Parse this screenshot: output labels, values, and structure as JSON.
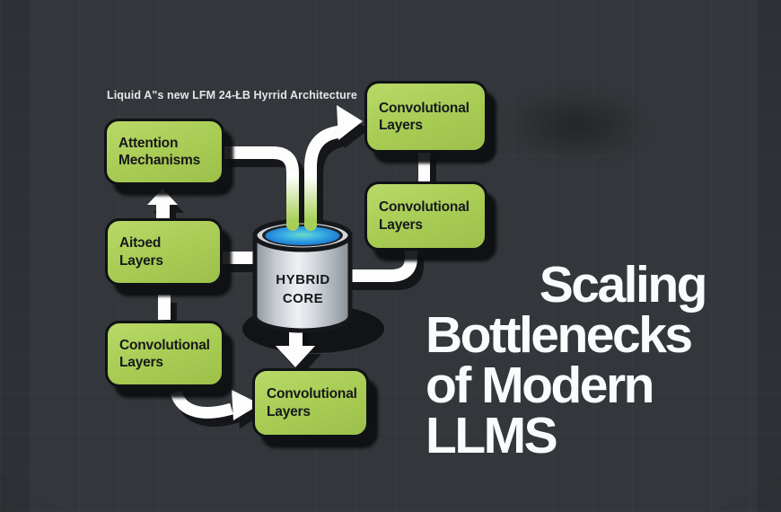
{
  "caption": "Liquid A\"s new LFM 24-ŁB Hyrrid Architecture",
  "title": {
    "lines": [
      "Scaling",
      "Bottlenecks",
      "of Modern",
      "LLMS"
    ]
  },
  "diagram": {
    "boxes": [
      {
        "name": "attention-mechanisms",
        "label": "Attention\nMechanisms"
      },
      {
        "name": "aitxed-layers",
        "label": "Aitɔed\nLayers"
      },
      {
        "name": "convolutional-layers-left",
        "label": "Convolutional\nLayers"
      },
      {
        "name": "convolutional-layers-top-right",
        "label": "Convolutional\nLayers"
      },
      {
        "name": "convolutional-layers-mid-right",
        "label": "Convolutional\nLayers"
      },
      {
        "name": "convolutional-layers-bottom",
        "label": "Convolutional\nLayers"
      }
    ],
    "core_label": "HYBRID\nCORE"
  },
  "colors": {
    "background": "#33363a",
    "box_green": "#a8cc55",
    "box_border": "#101215",
    "arrow_white": "#fdfdfd",
    "shadow_black": "#0d0f12",
    "liquid_blue": "#2f9fe0",
    "liquid_teal": "#66d9c8",
    "cylinder_silver": "#c9ced5",
    "title_white": "#fafbfc"
  }
}
